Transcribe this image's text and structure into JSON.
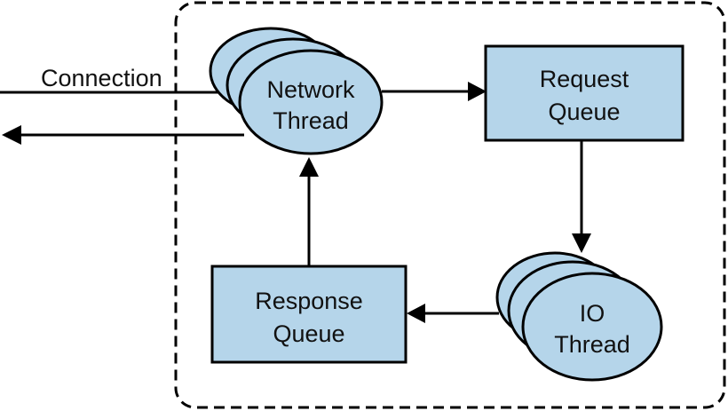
{
  "diagram": {
    "nodes": {
      "network_thread": [
        "Network",
        "Thread"
      ],
      "request_queue": [
        "Request",
        "Queue"
      ],
      "io_thread": [
        "IO",
        "Thread"
      ],
      "response_queue": [
        "Response",
        "Queue"
      ]
    },
    "edges": {
      "connection_label": "Connection"
    }
  },
  "colors": {
    "node_fill": "#b5d5ea",
    "stroke": "#000000"
  }
}
